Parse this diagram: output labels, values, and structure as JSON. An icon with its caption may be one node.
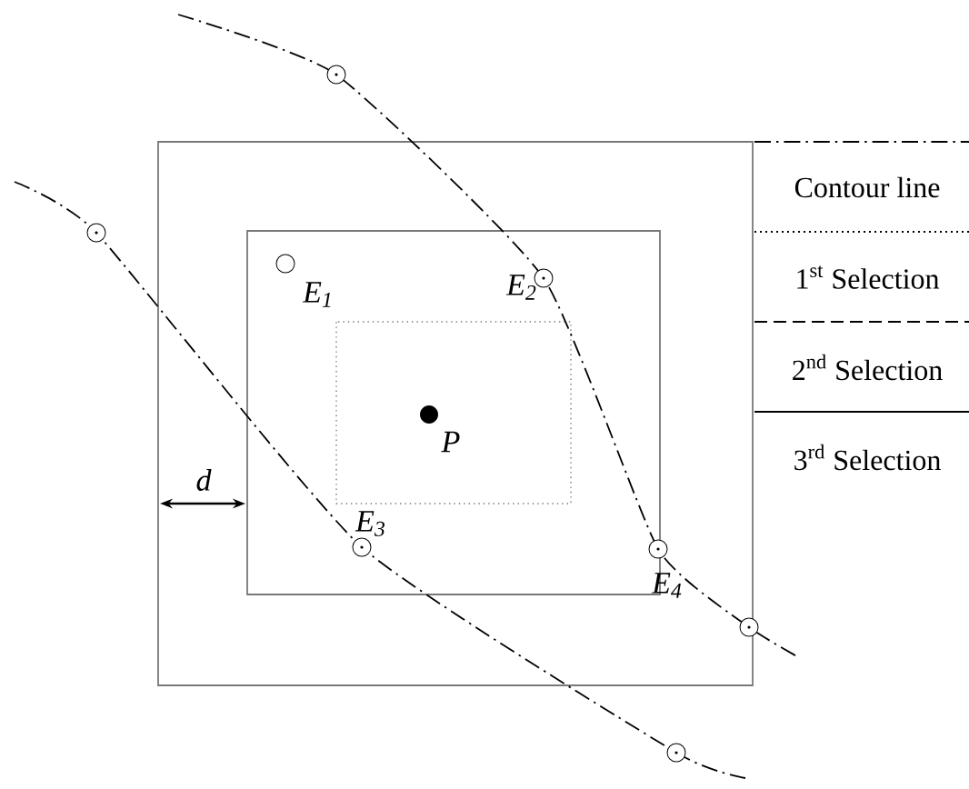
{
  "diagram": {
    "labels": [
      "E$_{1}$",
      "E$_{2}$",
      "E$_{3}$",
      "E$_{4}$",
      "P",
      "d"
    ],
    "legend": [
      {
        "text": "Contour line"
      },
      {
        "text": "1$^{st}$ Selection"
      },
      {
        "text": "2$^{nd}$ Selection"
      },
      {
        "text": "3$^{rd}$ Selection"
      }
    ]
  }
}
